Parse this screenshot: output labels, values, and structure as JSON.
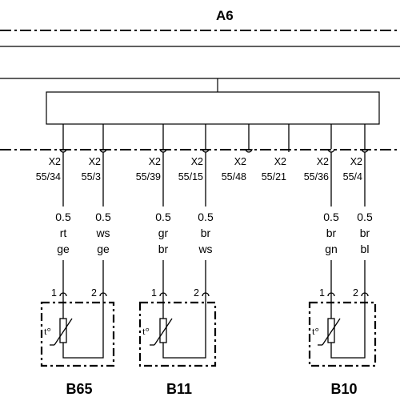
{
  "module": {
    "name": "A6"
  },
  "connectors": [
    {
      "plug": "X2",
      "pin": "55/34"
    },
    {
      "plug": "X2",
      "pin": "55/3"
    },
    {
      "plug": "X2",
      "pin": "55/39"
    },
    {
      "plug": "X2",
      "pin": "55/15"
    },
    {
      "plug": "X2",
      "pin": "55/48"
    },
    {
      "plug": "X2",
      "pin": "55/21"
    },
    {
      "plug": "X2",
      "pin": "55/36"
    },
    {
      "plug": "X2",
      "pin": "55/4"
    }
  ],
  "wires": [
    {
      "size": "0.5",
      "color1": "rt",
      "color2": "ge"
    },
    {
      "size": "0.5",
      "color1": "ws",
      "color2": "ge"
    },
    {
      "size": "0.5",
      "color1": "gr",
      "color2": "br"
    },
    {
      "size": "0.5",
      "color1": "br",
      "color2": "ws"
    },
    {
      "size": "0.5",
      "color1": "br",
      "color2": "gn"
    },
    {
      "size": "0.5",
      "color1": "br",
      "color2": "bl"
    }
  ],
  "sensors": [
    {
      "name": "B65",
      "pin1": "1",
      "pin2": "2",
      "symbol": "t°"
    },
    {
      "name": "B11",
      "pin1": "1",
      "pin2": "2",
      "symbol": "t°"
    },
    {
      "name": "B10",
      "pin1": "1",
      "pin2": "2",
      "symbol": "t°"
    }
  ]
}
